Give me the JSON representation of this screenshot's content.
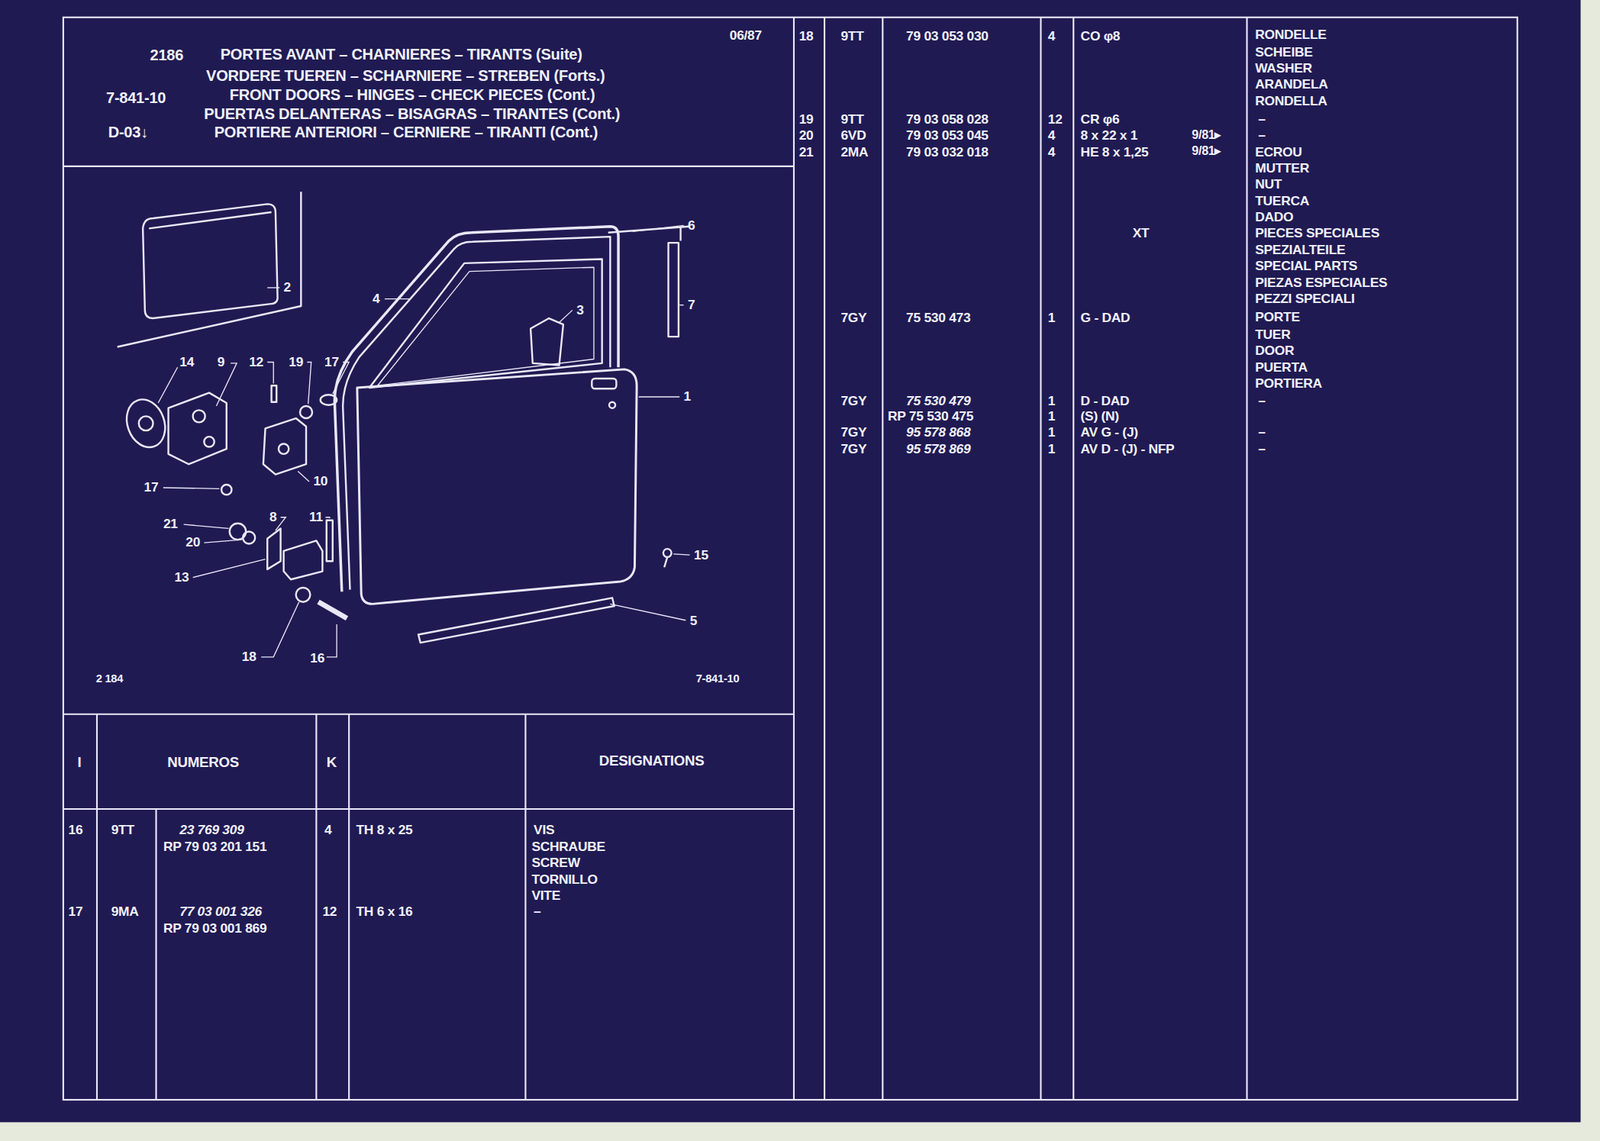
{
  "diagram": {
    "title": "PORTES AVANT – CHARNIERES – TIRANTS (Suite)",
    "labels": [
      "2186",
      "VORDERE TUEREN – SCHARNIERE – STREBEN (Forts.)",
      "7-841-10",
      "FRONT DOORS – HINGES – CHECK PIECES (Cont.)",
      "PUERTAS DELANTERAS – BISAGRAS – TIRANTES (Cont.)",
      "D-03↓",
      "PORTIERE ANTERIORI – CERNIERE – TIRANTI (Cont.)",
      "06/87",
      "6",
      "7",
      "3",
      "2",
      "4",
      "1",
      "14",
      "9",
      "12",
      "19",
      "17",
      "17",
      "10",
      "21",
      "8",
      "11",
      "20",
      "13",
      "15",
      "5",
      "18",
      "16",
      "2 184",
      "7-841-10",
      "I",
      "NUMEROS",
      "K",
      "DESIGNATIONS",
      "16",
      "9TT",
      "23 769 309",
      "RP 79 03 201 151",
      "4",
      "TH 8 x 25",
      "VIS",
      "SCHRAUBE",
      "SCREW",
      "TORNILLO",
      "VITE",
      "17",
      "9MA",
      "77 03 001 326",
      "RP 79 03 001 869",
      "12",
      "TH 6 x 16",
      "–",
      "18",
      "9TT",
      "79 03 053 030",
      "4",
      "CO φ8",
      "RONDELLE",
      "SCHEIBE",
      "WASHER",
      "ARANDELA",
      "RONDELLA",
      "19",
      "9TT",
      "79 03 058 028",
      "12",
      "CR φ6",
      "–",
      "20",
      "6VD",
      "79 03 053 045",
      "4",
      "8 x 22 x 1",
      "9/81▸",
      "–",
      "21",
      "2MA",
      "79 03 032 018",
      "4",
      "HE 8 x 1,25",
      "9/81▸",
      "ECROU",
      "MUTTER",
      "NUT",
      "TUERCA",
      "DADO",
      "XT",
      "PIECES SPECIALES",
      "SPEZIALTEILE",
      "SPECIAL PARTS",
      "PIEZAS ESPECIALES",
      "PEZZI SPECIALI",
      "7GY",
      "75 530 473",
      "1",
      "G - DAD",
      "PORTE",
      "TUER",
      "DOOR",
      "PUERTA",
      "PORTIERA",
      "7GY",
      "75 530 479",
      "RP 75 530 475",
      "1",
      "1",
      "D - DAD",
      "(S) (N)",
      "–",
      "7GY",
      "95 578 868",
      "1",
      "AV G - (J)",
      "–",
      "7GY",
      "95 578 869",
      "1",
      "AV D - (J) - NFP",
      "–"
    ]
  }
}
